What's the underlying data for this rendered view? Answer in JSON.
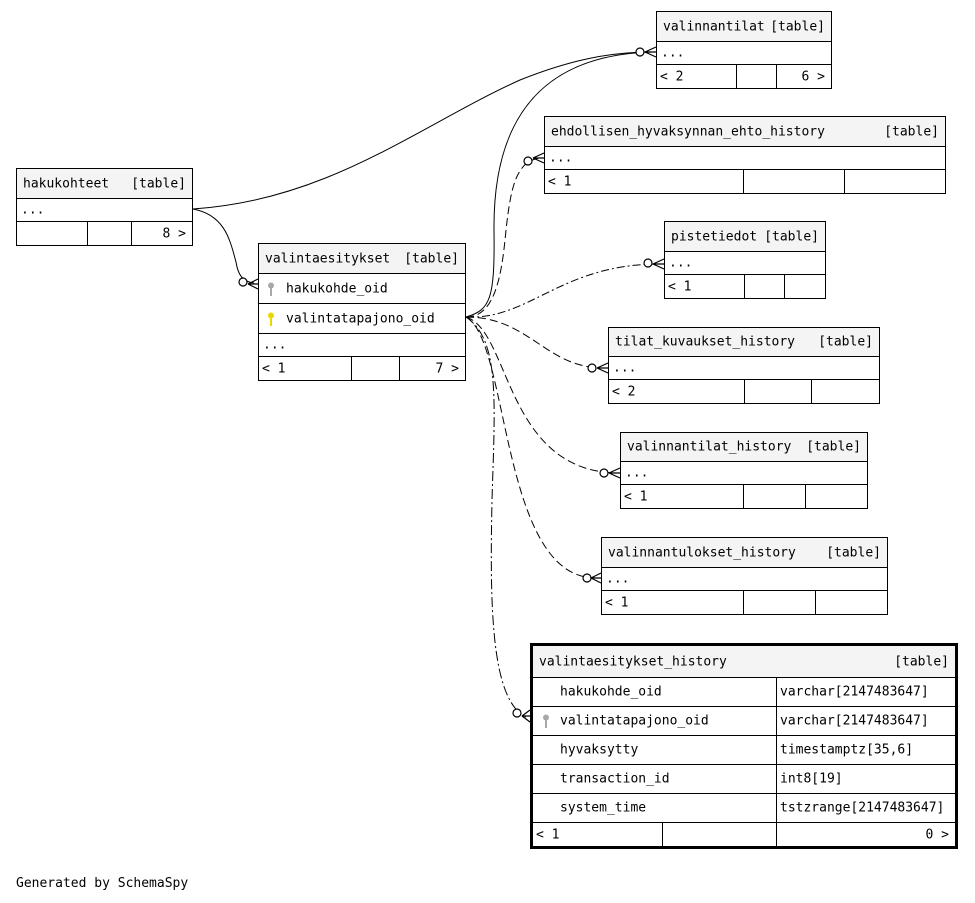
{
  "tables": {
    "valinnantilat": {
      "name": "valinnantilat",
      "kind": "[table]",
      "ellipsis": "...",
      "nav_left": "< 2",
      "nav_right": "6 >"
    },
    "ehdollisen": {
      "name": "ehdollisen_hyvaksynnan_ehto_history",
      "kind": "[table]",
      "ellipsis": "...",
      "nav_left": "< 1"
    },
    "hakukohteet": {
      "name": "hakukohteet",
      "kind": "[table]",
      "ellipsis": "...",
      "nav_right": "8 >"
    },
    "pistetiedot": {
      "name": "pistetiedot",
      "kind": "[table]",
      "ellipsis": "...",
      "nav_left": "< 1"
    },
    "valintaesitykset": {
      "name": "valintaesitykset",
      "kind": "[table]",
      "columns": [
        "hakukohde_oid",
        "valintatapajono_oid"
      ],
      "ellipsis": "...",
      "nav_left": "< 1",
      "nav_right": "7 >"
    },
    "tilat_kuvaukset": {
      "name": "tilat_kuvaukset_history",
      "kind": "[table]",
      "ellipsis": "...",
      "nav_left": "< 2"
    },
    "valinnantilat_history": {
      "name": "valinnantilat_history",
      "kind": "[table]",
      "ellipsis": "...",
      "nav_left": "< 1"
    },
    "valinnantulokset_history": {
      "name": "valinnantulokset_history",
      "kind": "[table]",
      "ellipsis": "...",
      "nav_left": "< 1"
    },
    "valintaesitykset_history": {
      "name": "valintaesitykset_history",
      "kind": "[table]",
      "columns": [
        {
          "name": "hakukohde_oid",
          "type": "varchar[2147483647]"
        },
        {
          "name": "valintatapajono_oid",
          "type": "varchar[2147483647]"
        },
        {
          "name": "hyvaksytty",
          "type": "timestamptz[35,6]"
        },
        {
          "name": "transaction_id",
          "type": "int8[19]"
        },
        {
          "name": "system_time",
          "type": "tstzrange[2147483647]"
        }
      ],
      "nav_left": "< 1",
      "nav_right": "0 >"
    }
  },
  "colors": {
    "primary_key": "#e8d800",
    "foreign_key": "#a8a8a8",
    "header_bg": "#f4f4f4"
  },
  "footer": "Generated by SchemaSpy"
}
